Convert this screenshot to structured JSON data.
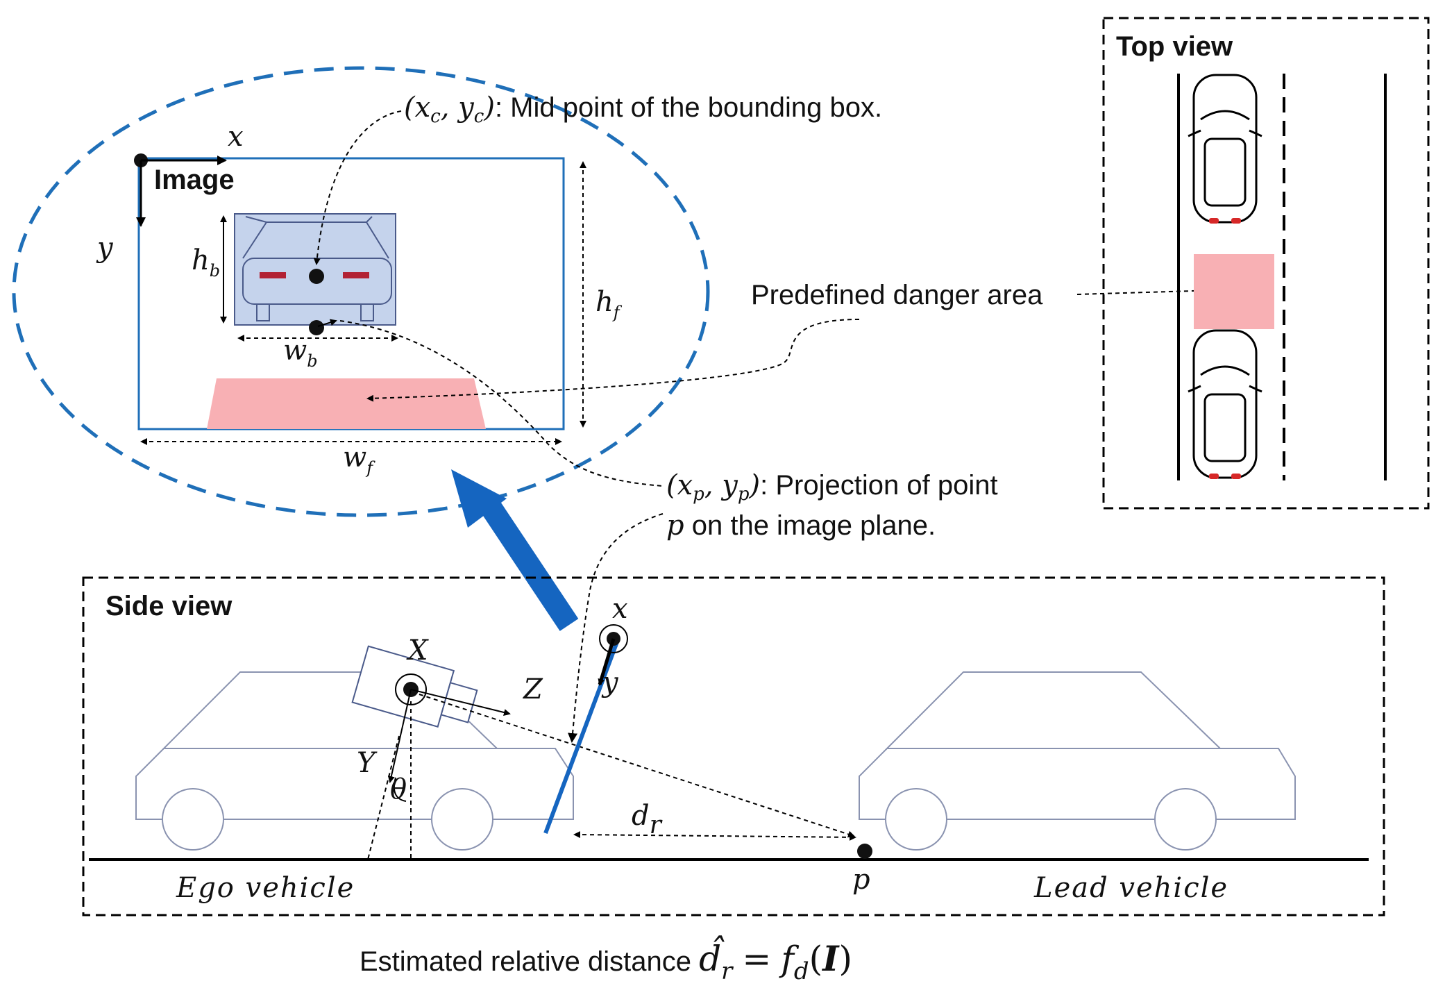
{
  "labels": {
    "top_view": "Top view",
    "side_view": "Side view",
    "image_prefix": "Image ",
    "image_symbol": "I",
    "mid_point_text": ": Mid point of the bounding box.",
    "danger_area": "Predefined danger area",
    "projection_line1": ": Projection of point",
    "projection_line2": " on the image plane.",
    "estimated_prefix": "Estimated relative distance ",
    "ego_vehicle": "Ego vehicle",
    "lead_vehicle": "Lead vehicle"
  },
  "symbols": {
    "x": "x",
    "y": "y",
    "X": "X",
    "Y": "Y",
    "Z": "Z",
    "p": "p",
    "theta": "θ",
    "h": "h",
    "w": "w",
    "b": "b",
    "f": "f",
    "d": "d",
    "r": "r",
    "c": "c",
    "d_hat": "d̂",
    "eq": "=",
    "fd_open": "(",
    "fd_close": ")",
    "I": "I",
    "open_paren": "(",
    "close_paren": ")",
    "comma": ", "
  },
  "colors": {
    "blue_frame": "#1f6fb8",
    "blue_arrow": "#1565c0",
    "danger_pink": "#f8b0b4",
    "car_fill": "#c5d3ec",
    "car_outline": "#4a5a8a",
    "tail_light": "#b22234",
    "vehicle_outline": "#8a93b0"
  }
}
